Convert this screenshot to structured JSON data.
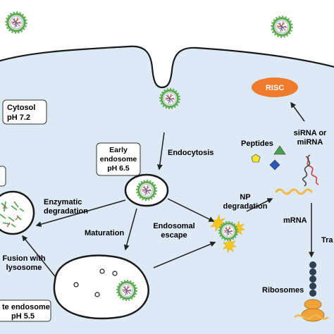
{
  "labels": {
    "cytosol_name": "Cytosol",
    "cytosol_ph": "pH 7.2",
    "early_endosome_line1": "Early",
    "early_endosome_line2": "endosome",
    "early_endosome_ph": "pH 6.5",
    "endocytosis": "Endocytosis",
    "enzymatic_line1": "Enzymatic",
    "enzymatic_line2": "degradation",
    "maturation": "Maturation",
    "endosomal_line1": "Endosomal",
    "endosomal_line2": "escape",
    "np_line1": "NP",
    "np_line2": "degradation",
    "peptides": "Peptides",
    "sirna_line1": "siRNA or",
    "sirna_line2": "miRNA",
    "risc": "RISC",
    "mrna": "mRNA",
    "translation_partial": "Tra",
    "fusion_line1": "Fusion with",
    "fusion_line2": "lysosome",
    "late_endosome": "te endosome",
    "late_endosome_ph": "pH 5.5",
    "ribosomes": "Ribosomes"
  },
  "colors": {
    "cell_fill": "#dde9f4",
    "cell_stroke": "#1a1a1a",
    "risc_fill": "#f07b2d",
    "np_green": "#5cab4e",
    "mrna_color": "#f2b84a",
    "ribosome_color": "#f0a33a",
    "ribosome_beads": "#2f3e52",
    "peptide_yellow": "#f2e62e",
    "peptide_green": "#4aa14a",
    "peptide_blue": "#2a57b8",
    "burst_yellow": "#f7c71f"
  },
  "icons": [
    "nanoparticle-icon",
    "peptide-pentagon-icon",
    "peptide-triangle-icon",
    "peptide-diamond-icon",
    "rna-helix-icon",
    "ribosome-icon"
  ]
}
